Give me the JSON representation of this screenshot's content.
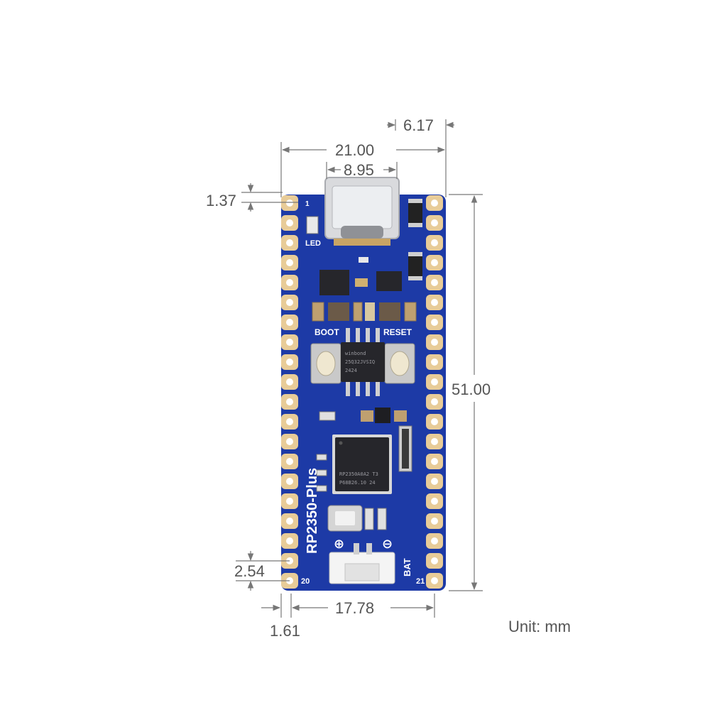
{
  "dimensions": {
    "usb_offset": "6.17",
    "board_width": "21.00",
    "usb_width": "8.95",
    "top_margin": "1.37",
    "board_length": "51.00",
    "pin_pitch": "2.54",
    "pin_row_spacing": "17.78",
    "edge_to_pin": "1.61"
  },
  "unit_label": "Unit: mm",
  "board": {
    "name": "RP2350-Plus",
    "led_label": "LED",
    "boot_label": "BOOT",
    "reset_label": "RESET",
    "bat_label": "BAT",
    "pin_1_label": "1",
    "pin_20_label": "20",
    "pin_21_label": "21",
    "plus_symbol": "⊕",
    "minus_symbol": "⊖",
    "flash_chip_text": [
      "winbond",
      "25Q32JVSIQ",
      "2424"
    ],
    "mcu_chip_text": [
      "RP2350A0A2 T3",
      "P68B26.10  24"
    ],
    "colors": {
      "pcb": "#1d3aa6",
      "pad": "#e8cc98",
      "chip": "#26262b"
    }
  }
}
